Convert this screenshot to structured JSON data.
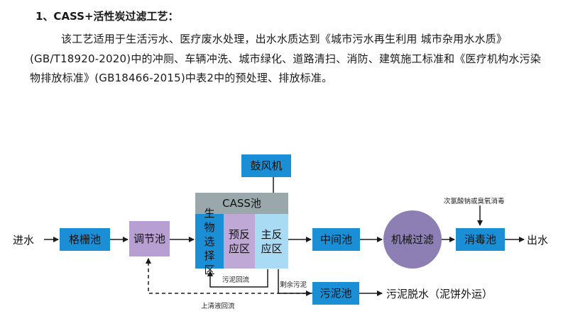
{
  "heading": "1、CASS+活性炭过滤工艺：",
  "paragraph": "该工艺适用于生活污水、医疗废水处理，出水水质达到《城市污水再生利用 城市杂用水水质》(GB/T18920-2020)中的冲厕、车辆冲洗、城市绿化、道路清扫、消防、建筑施工标准和《医疗机构水污染物排放标准》(GB18466-2015)中表2中的预处理、排放标准。",
  "diagram": {
    "inlet": "进水",
    "screen": "格栅池",
    "adjust": "调节池",
    "blower": "鼓风机",
    "cass": "CASS池",
    "bio_select": "生物选择区",
    "pre_react": "预反应区",
    "main_react": "主反应区",
    "middle": "中间池",
    "filter": "机械过滤",
    "disinfect": "消毒池",
    "outlet": "出水",
    "disinfect_note": "次氯酸钠或臭氧消毒",
    "sludge_tank": "污泥池",
    "sludge_out": "污泥脱水（泥饼外运）",
    "sludge_return": "污泥回流",
    "excess_sludge": "剩余污泥",
    "supernatant_return": "上清液回流"
  }
}
